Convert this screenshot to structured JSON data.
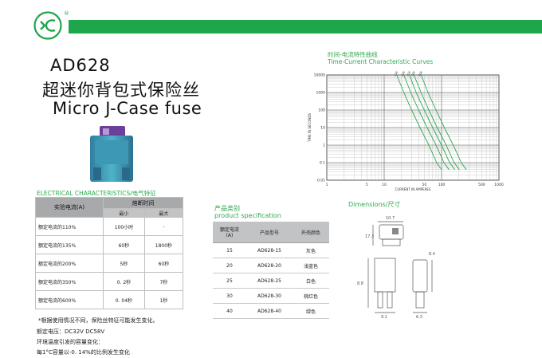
{
  "header": {
    "reg_mark": "®",
    "brand_color": "#1ea64b"
  },
  "product": {
    "model": "AD628",
    "cn_name": "超迷你背包式保险丝",
    "en_name": "Micro  J-Case fuse"
  },
  "electrical": {
    "heading": "ELECTRICAL CHARACTERISTICS/电气特征",
    "col_test": "实验电流(A)",
    "col_time": "熔断时间",
    "col_min": "最小",
    "col_max": "最大",
    "rows": [
      {
        "label": "额定电流的110%",
        "min": "100小时",
        "max": "-"
      },
      {
        "label": "额定电流的135%",
        "min": "60秒",
        "max": "1800秒"
      },
      {
        "label": "额定电流的200%",
        "min": "5秒",
        "max": "60秒"
      },
      {
        "label": "额定电流的350%",
        "min": "0. 2秒",
        "max": "7秒"
      },
      {
        "label": "额定电流的600%",
        "min": "0. 04秒",
        "max": "1秒"
      }
    ]
  },
  "notes": {
    "n1": "*根据使用情况不同，保险丝特征可能发生变化。",
    "n2": "额定电压：DC32V  DC58V",
    "n3": "环境温度引发的容量变化：",
    "n4": "每1°C容量以-0. 14%的比例发生变化"
  },
  "product_spec": {
    "heading_cn": "产品类别",
    "heading_en": "product specification",
    "headers": {
      "rating": "额定电流\n(A)",
      "model": "产品型号",
      "color": "外壳颜色"
    },
    "rows": [
      {
        "rating": "15",
        "model": "AD628-15",
        "color": "灰色"
      },
      {
        "rating": "20",
        "model": "AD628-20",
        "color": "浅蓝色"
      },
      {
        "rating": "25",
        "model": "AD628-25",
        "color": "白色"
      },
      {
        "rating": "30",
        "model": "AD628-30",
        "color": "桃红色"
      },
      {
        "rating": "40",
        "model": "AD628-40",
        "color": "绿色"
      }
    ]
  },
  "chart_data": {
    "type": "line",
    "title_cn": "时间-电流特性曲线",
    "title": "Time-Current Characteristic Curves",
    "xlabel": "CURRENT IN AMPERES",
    "ylabel": "TIME IN SECONDS",
    "x_scale": "log",
    "y_scale": "log",
    "xlim": [
      1,
      1000
    ],
    "ylim": [
      0.01,
      10000
    ],
    "x_ticks": [
      "1",
      "5",
      "10",
      "50",
      "100",
      "500",
      "1000"
    ],
    "y_ticks": [
      "10000",
      "1000",
      "100",
      "10",
      "1",
      "0.1",
      "0.01"
    ],
    "grid": true,
    "series_color": "#2fa94f",
    "series": [
      {
        "name": "15A",
        "points": [
          [
            16.5,
            10000
          ],
          [
            22,
            1000
          ],
          [
            30,
            100
          ],
          [
            42,
            10
          ],
          [
            60,
            1
          ],
          [
            82,
            0.1
          ],
          [
            100,
            0.04
          ]
        ]
      },
      {
        "name": "20A",
        "points": [
          [
            22,
            10000
          ],
          [
            29,
            1000
          ],
          [
            40,
            100
          ],
          [
            56,
            10
          ],
          [
            80,
            1
          ],
          [
            110,
            0.1
          ],
          [
            135,
            0.04
          ]
        ]
      },
      {
        "name": "25A",
        "points": [
          [
            27.5,
            10000
          ],
          [
            36,
            1000
          ],
          [
            50,
            100
          ],
          [
            70,
            10
          ],
          [
            100,
            1
          ],
          [
            138,
            0.1
          ],
          [
            170,
            0.04
          ]
        ]
      },
      {
        "name": "30A",
        "points": [
          [
            33,
            10000
          ],
          [
            44,
            1000
          ],
          [
            60,
            100
          ],
          [
            84,
            10
          ],
          [
            120,
            1
          ],
          [
            165,
            0.1
          ],
          [
            205,
            0.04
          ]
        ]
      },
      {
        "name": "40A",
        "points": [
          [
            44,
            10000
          ],
          [
            58,
            1000
          ],
          [
            80,
            100
          ],
          [
            112,
            10
          ],
          [
            160,
            1
          ],
          [
            220,
            0.1
          ],
          [
            270,
            0.04
          ]
        ]
      }
    ]
  },
  "dimensions": {
    "title": "Dimensions/尺寸",
    "d1": "10.7",
    "d2": "17.3",
    "d3": "8.8",
    "d4": "8.4",
    "d5": "9.1",
    "d6": "6.3"
  }
}
